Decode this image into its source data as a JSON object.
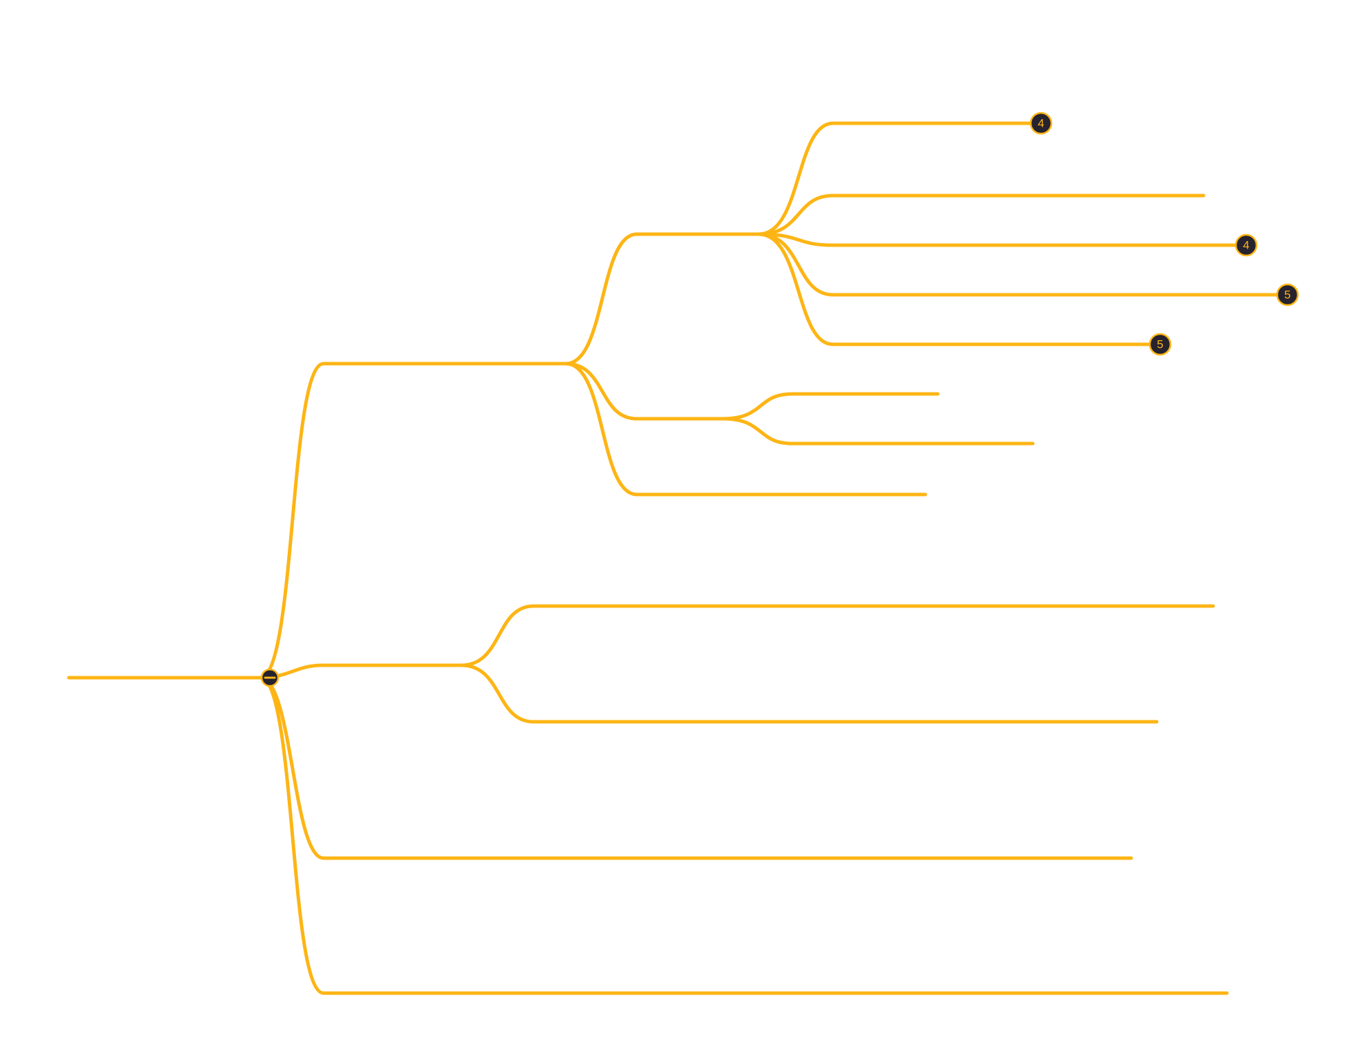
{
  "theme": {
    "branch_color": "#FDB515",
    "badge_fill": "#26232E",
    "badge_text_color": "#FDB515",
    "collapse_icon_fill": "#26232E",
    "background": "#FFFFFF"
  },
  "collapse_control": {
    "icon": "minus-circle-icon",
    "state": "expanded"
  },
  "badges": {
    "node_1_1_1": "4",
    "node_1_1_3": "4",
    "node_1_1_4": "5",
    "node_1_1_5": "5"
  }
}
